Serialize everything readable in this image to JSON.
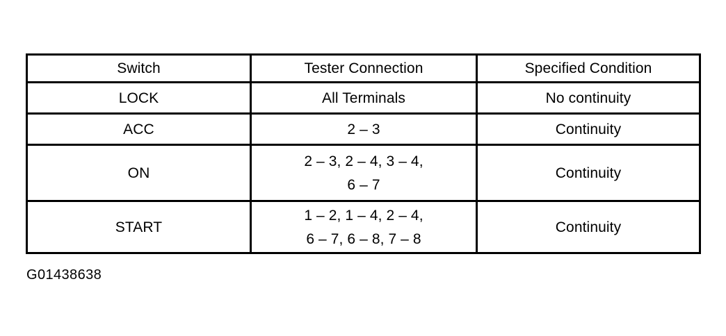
{
  "figure": {
    "caption": "G01438638",
    "colors": {
      "background": "#ffffff",
      "ink": "#000000",
      "border": "#000000"
    }
  },
  "table": {
    "columns": [
      {
        "key": "switch",
        "label": "Switch"
      },
      {
        "key": "tester",
        "label": "Tester Connection"
      },
      {
        "key": "condition",
        "label": "Specified Condition"
      }
    ],
    "rows": [
      {
        "switch": "LOCK",
        "tester_lines": [
          "All Terminals"
        ],
        "condition": "No continuity"
      },
      {
        "switch": "ACC",
        "tester_lines": [
          "2 – 3"
        ],
        "condition": "Continuity"
      },
      {
        "switch": "ON",
        "tester_lines": [
          "2 – 3, 2 – 4, 3 – 4,",
          "6 – 7"
        ],
        "condition": "Continuity"
      },
      {
        "switch": "START",
        "tester_lines": [
          "1 – 2, 1 – 4, 2 – 4,",
          "6 – 7, 6 – 8, 7 – 8"
        ],
        "condition": "Continuity"
      }
    ]
  }
}
